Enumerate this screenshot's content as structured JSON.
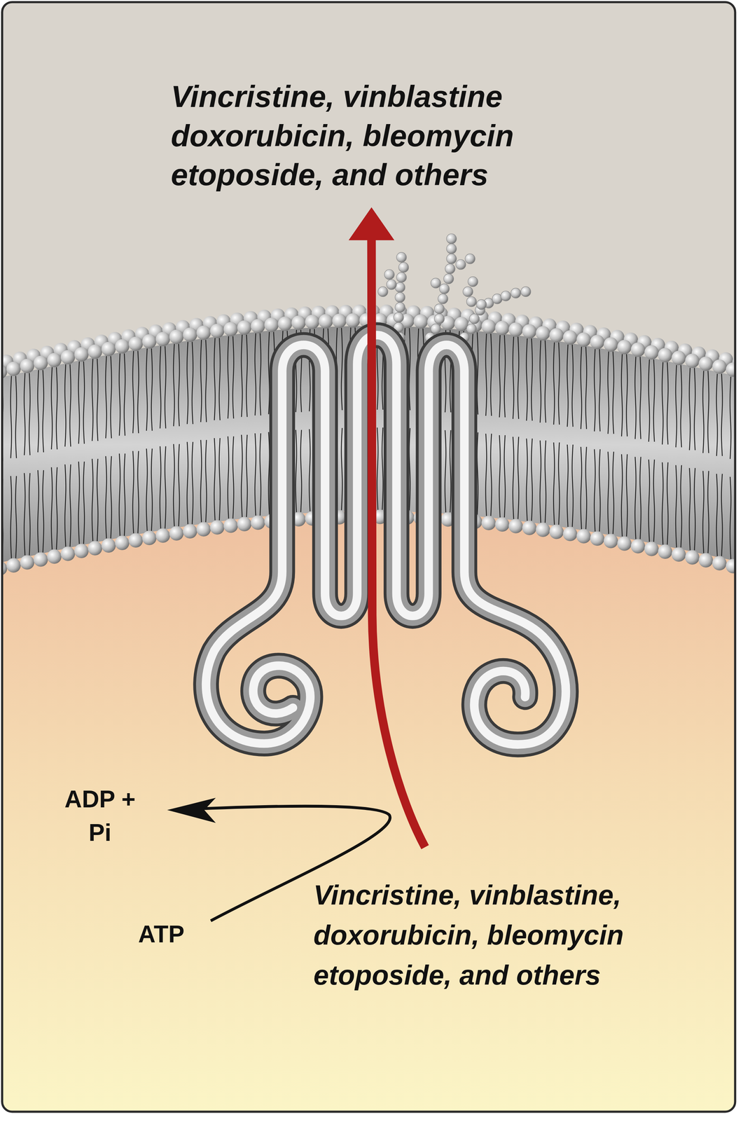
{
  "diagram": {
    "labels": [
      "Vincristine, vinblastine doxorubicin, bleomycin etoposide, and others",
      "ADP + Pi",
      "ATP",
      "Vincristine, vinblastine, doxorubicin, bleomycin etoposide, and others"
    ]
  }
}
